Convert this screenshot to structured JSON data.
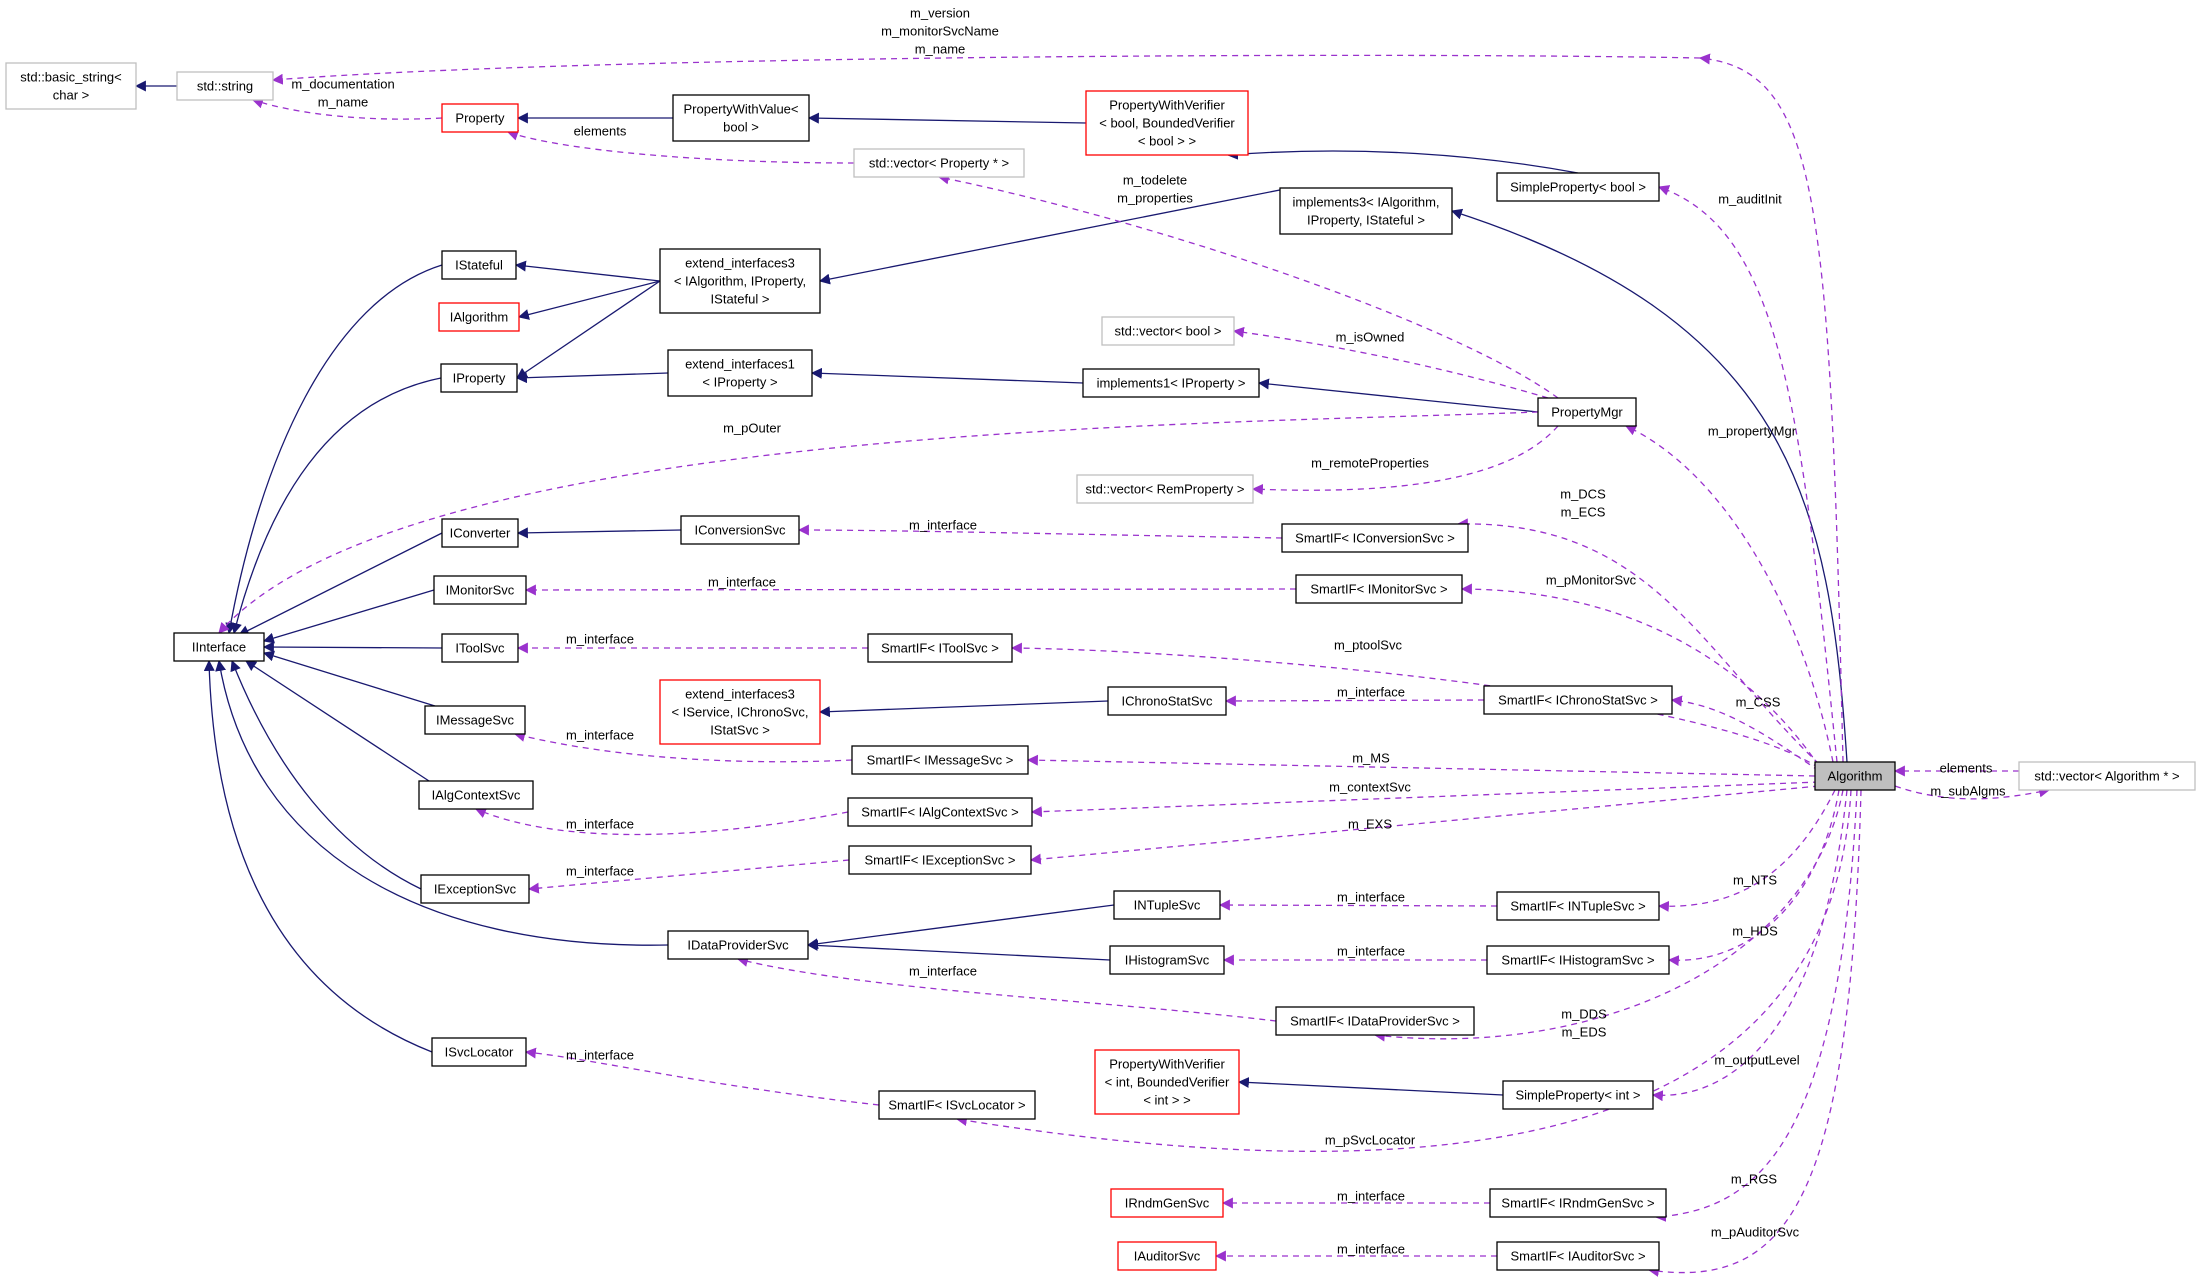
{
  "diagram": {
    "colors": {
      "inherit_edge": "#191970",
      "usage_edge": "#9a32cd",
      "node_black": "#000000",
      "node_gray": "#bfbfbf",
      "node_red": "#ff0000",
      "highlight_fill": "#bfbfbf"
    },
    "nodes": {
      "basic_string": [
        "std::basic_string<",
        "char >"
      ],
      "std_string": [
        "std::string"
      ],
      "property": [
        "Property"
      ],
      "pwv_bool": [
        "PropertyWithValue<",
        "bool >"
      ],
      "pwverifier_bool": [
        "PropertyWithVerifier",
        "< bool, BoundedVerifier",
        "< bool > >"
      ],
      "simpleprop_bool": [
        "SimpleProperty< bool >"
      ],
      "vec_property": [
        "std::vector< Property * >"
      ],
      "implements3": [
        "implements3< IAlgorithm,",
        "IProperty, IStateful >"
      ],
      "istateful": [
        "IStateful"
      ],
      "ialgorithm": [
        "IAlgorithm"
      ],
      "extend_interfaces3": [
        "extend_interfaces3",
        "< IAlgorithm, IProperty,",
        "IStateful >"
      ],
      "iproperty": [
        "IProperty"
      ],
      "extend_interfaces1": [
        "extend_interfaces1",
        "< IProperty >"
      ],
      "implements1": [
        "implements1< IProperty >"
      ],
      "vec_bool": [
        "std::vector< bool >"
      ],
      "propertymgr": [
        "PropertyMgr"
      ],
      "vec_remproperty": [
        "std::vector< RemProperty >"
      ],
      "iconverter": [
        "IConverter"
      ],
      "iconversionsvc": [
        "IConversionSvc"
      ],
      "smartif_iconversionsvc": [
        "SmartIF< IConversionSvc >"
      ],
      "imonitorsvc": [
        "IMonitorSvc"
      ],
      "smartif_imonitorsvc": [
        "SmartIF< IMonitorSvc >"
      ],
      "iinterface": [
        "IInterface"
      ],
      "itoolsvc": [
        "IToolSvc"
      ],
      "smartif_itoolsvc": [
        "SmartIF< IToolSvc >"
      ],
      "imessagesvc": [
        "IMessageSvc"
      ],
      "extend_interfaces3_b": [
        "extend_interfaces3",
        "< IService, IChronoSvc,",
        "IStatSvc >"
      ],
      "ichronostatsvc": [
        "IChronoStatSvc"
      ],
      "smartif_ichronostatsvc": [
        "SmartIF< IChronoStatSvc >"
      ],
      "smartif_imessagesvc": [
        "SmartIF< IMessageSvc >"
      ],
      "algorithm": [
        "Algorithm"
      ],
      "vec_algorithm": [
        "std::vector< Algorithm * >"
      ],
      "ialgcontextsvc": [
        "IAlgContextSvc"
      ],
      "smartif_ialgcontextsvc": [
        "SmartIF< IAlgContextSvc >"
      ],
      "smartif_iexceptionsvc": [
        "SmartIF< IExceptionSvc >"
      ],
      "iexceptionsvc": [
        "IExceptionSvc"
      ],
      "intuplesvc": [
        "INTupleSvc"
      ],
      "smartif_intuplesvc": [
        "SmartIF< INTupleSvc >"
      ],
      "idataprovidersvc": [
        "IDataProviderSvc"
      ],
      "ihistogramsvc": [
        "IHistogramSvc"
      ],
      "smartif_ihistogramsvc": [
        "SmartIF< IHistogramSvc >"
      ],
      "smartif_idataprovidersvc": [
        "SmartIF< IDataProviderSvc >"
      ],
      "isvclocator": [
        "ISvcLocator"
      ],
      "pwverifier_int": [
        "PropertyWithVerifier",
        "< int, BoundedVerifier",
        "< int > >"
      ],
      "simpleprop_int": [
        "SimpleProperty< int >"
      ],
      "smartif_isvclocator": [
        "SmartIF< ISvcLocator >"
      ],
      "irndmgensvc": [
        "IRndmGenSvc"
      ],
      "smartif_irndmgensvc": [
        "SmartIF< IRndmGenSvc >"
      ],
      "iauditorsvc": [
        "IAuditorSvc"
      ],
      "smartif_iauditorsvc": [
        "SmartIF< IAuditorSvc >"
      ]
    },
    "edge_labels": {
      "string_names": [
        "m_version",
        "m_monitorSvcName",
        "m_name"
      ],
      "doc_name": [
        "m_documentation",
        "m_name"
      ],
      "elements_prop": [
        "elements"
      ],
      "todelete": [
        "m_todelete",
        "m_properties"
      ],
      "auditinit": [
        "m_auditInit"
      ],
      "isowned": [
        "m_isOwned"
      ],
      "pouter": [
        "m_pOuter"
      ],
      "propertymgr": [
        "m_propertyMgr"
      ],
      "remoteprops": [
        "m_remoteProperties"
      ],
      "dcs_ecs": [
        "m_DCS",
        "m_ECS"
      ],
      "interface_conv": [
        "m_interface"
      ],
      "interface_mon": [
        "m_interface"
      ],
      "pmonitorsvc": [
        "m_pMonitorSvc"
      ],
      "interface_tool": [
        "m_interface"
      ],
      "ptoolsvc": [
        "m_ptoolSvc"
      ],
      "interface_chrono": [
        "m_interface"
      ],
      "css": [
        "m_CSS"
      ],
      "interface_msg": [
        "m_interface"
      ],
      "ms": [
        "m_MS"
      ],
      "elements_alg": [
        "elements"
      ],
      "subalgms": [
        "m_subAlgms"
      ],
      "contextsvc": [
        "m_contextSvc"
      ],
      "interface_algctx": [
        "m_interface"
      ],
      "exs": [
        "m_EXS"
      ],
      "interface_exc": [
        "m_interface"
      ],
      "nts": [
        "m_NTS"
      ],
      "interface_ntuple": [
        "m_interface"
      ],
      "hds": [
        "m_HDS"
      ],
      "interface_hist": [
        "m_interface"
      ],
      "interface_dp": [
        "m_interface"
      ],
      "dds_eds": [
        "m_DDS",
        "m_EDS"
      ],
      "interface_svcloc": [
        "m_interface"
      ],
      "outputlevel": [
        "m_outputLevel"
      ],
      "psvclocator": [
        "m_pSvcLocator"
      ],
      "rgs": [
        "m_RGS"
      ],
      "interface_rndm": [
        "m_interface"
      ],
      "pauditorsvc": [
        "m_pAuditorSvc"
      ],
      "interface_aud": [
        "m_interface"
      ]
    }
  }
}
